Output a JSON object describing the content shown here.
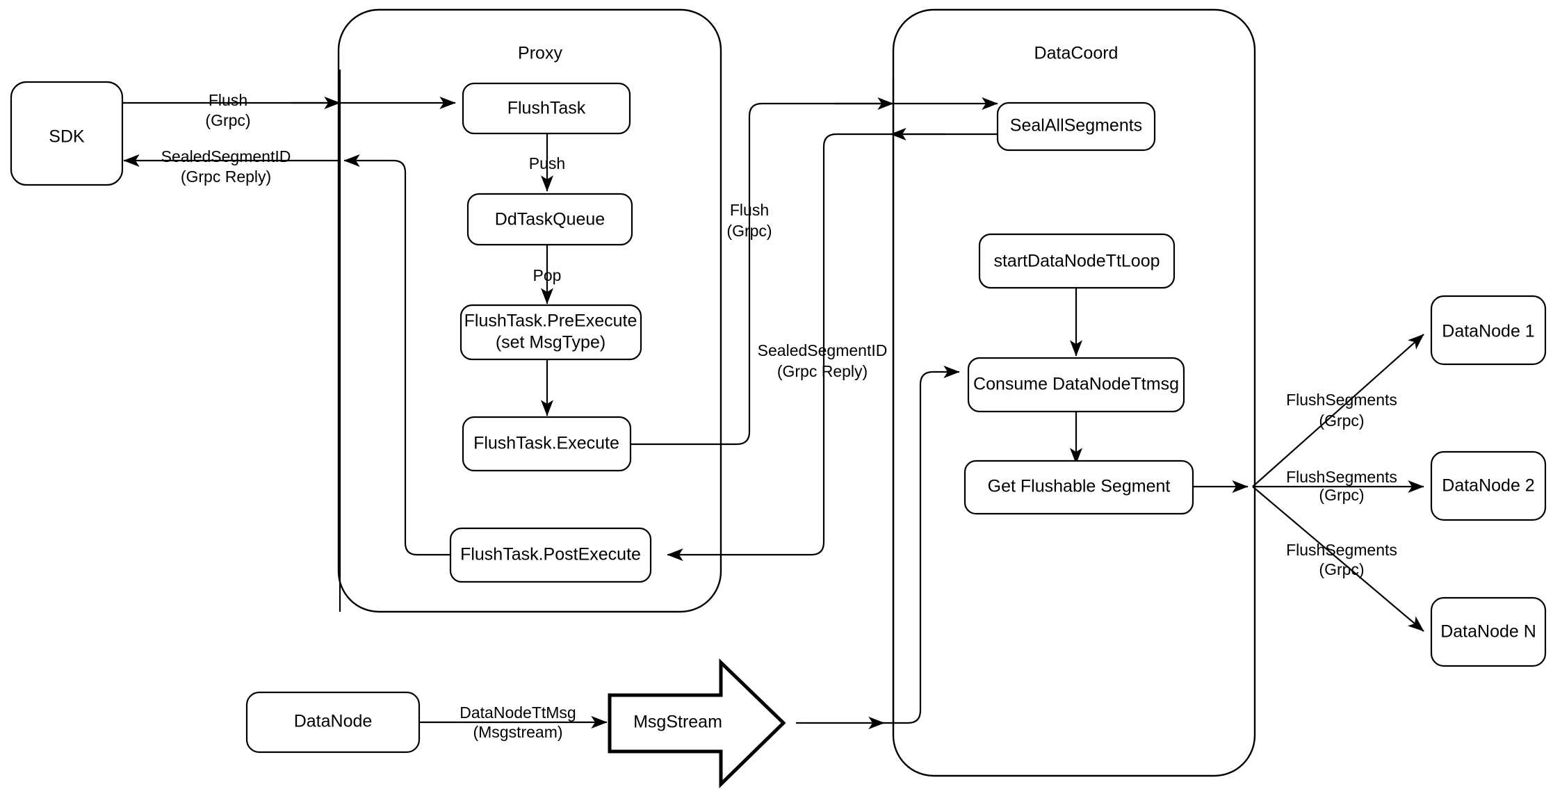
{
  "diagram": {
    "title": "Milvus Flush Sequence Diagram",
    "background_color": "#ffffff",
    "stroke_color": "#000000",
    "groups": [
      {
        "id": "proxy",
        "label": "Proxy"
      },
      {
        "id": "datacoord",
        "label": "DataCoord"
      }
    ],
    "nodes": {
      "sdk": "SDK",
      "flush_task": "FlushTask",
      "dd_task_queue": "DdTaskQueue",
      "pre_execute_line1": "FlushTask.PreExecute",
      "pre_execute_line2": "(set MsgType)",
      "execute": "FlushTask.Execute",
      "post_execute": "FlushTask.PostExecute",
      "seal_all_segments": "SealAllSegments",
      "start_datanode_tt_loop": "startDataNodeTtLoop",
      "consume_datanode_ttmsg": "Consume DataNodeTtmsg",
      "get_flushable_segment": "Get Flushable Segment",
      "datanode_1": "DataNode 1",
      "datanode_2": "DataNode 2",
      "datanode_n": "DataNode N",
      "datanode_bottom": "DataNode",
      "msgstream": "MsgStream"
    },
    "edge_labels": {
      "sdk_to_proxy_l1": "Flush",
      "sdk_to_proxy_l2": "(Grpc)",
      "proxy_to_sdk_l1": "SealedSegmentID",
      "proxy_to_sdk_l2": "(Grpc Reply)",
      "push": "Push",
      "pop": "Pop",
      "proxy_to_coord_l1": "Flush",
      "proxy_to_coord_l2": "(Grpc)",
      "coord_to_proxy_l1": "SealedSegmentID",
      "coord_to_proxy_l2": "(Grpc Reply)",
      "flush_segments_1_l1": "FlushSegments",
      "flush_segments_1_l2": "(Grpc)",
      "flush_segments_2_l1": "FlushSegments",
      "flush_segments_2_l2": "(Grpc)",
      "flush_segments_n_l1": "FlushSegments",
      "flush_segments_n_l2": "(Grpc)",
      "datanode_ttmsg_l1": "DataNodeTtMsg",
      "datanode_ttmsg_l2": "(Msgstream)"
    }
  }
}
